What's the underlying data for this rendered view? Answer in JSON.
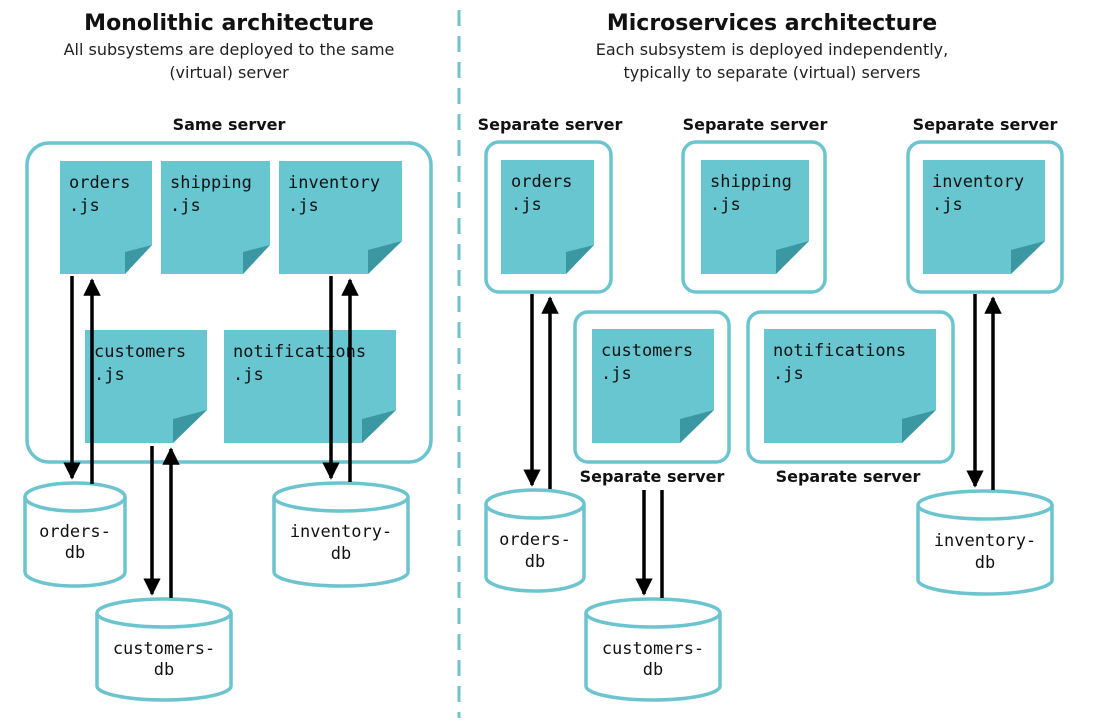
{
  "monolithic": {
    "title": "Monolithic architecture",
    "subtitle_line1": "All subsystems are deployed to the same",
    "subtitle_line2": "(virtual) server",
    "server_label": "Same server",
    "files": [
      {
        "line1": "orders",
        "line2": ".js"
      },
      {
        "line1": "shipping",
        "line2": ".js"
      },
      {
        "line1": "inventory",
        "line2": ".js"
      },
      {
        "line1": "customers",
        "line2": ".js"
      },
      {
        "line1": "notifications",
        "line2": ".js"
      }
    ],
    "dbs": [
      {
        "line1": "orders-",
        "line2": "db"
      },
      {
        "line1": "inventory-",
        "line2": "db"
      },
      {
        "line1": "customers-",
        "line2": "db"
      }
    ]
  },
  "microservices": {
    "title": "Microservices architecture",
    "subtitle_line1": "Each subsystem is deployed independently,",
    "subtitle_line2": "typically to separate (virtual) servers",
    "server_label": "Separate server",
    "files": [
      {
        "line1": "orders",
        "line2": ".js"
      },
      {
        "line1": "shipping",
        "line2": ".js"
      },
      {
        "line1": "inventory",
        "line2": ".js"
      },
      {
        "line1": "customers",
        "line2": ".js"
      },
      {
        "line1": "notifications",
        "line2": ".js"
      }
    ],
    "dbs": [
      {
        "line1": "orders-",
        "line2": "db"
      },
      {
        "line1": "customers-",
        "line2": "db"
      },
      {
        "line1": "inventory-",
        "line2": "db"
      }
    ]
  },
  "colors": {
    "teal": "#67c6d0",
    "teal_dark": "#3b98a2",
    "border": "#6cc4cf",
    "arrow": "#000000"
  }
}
